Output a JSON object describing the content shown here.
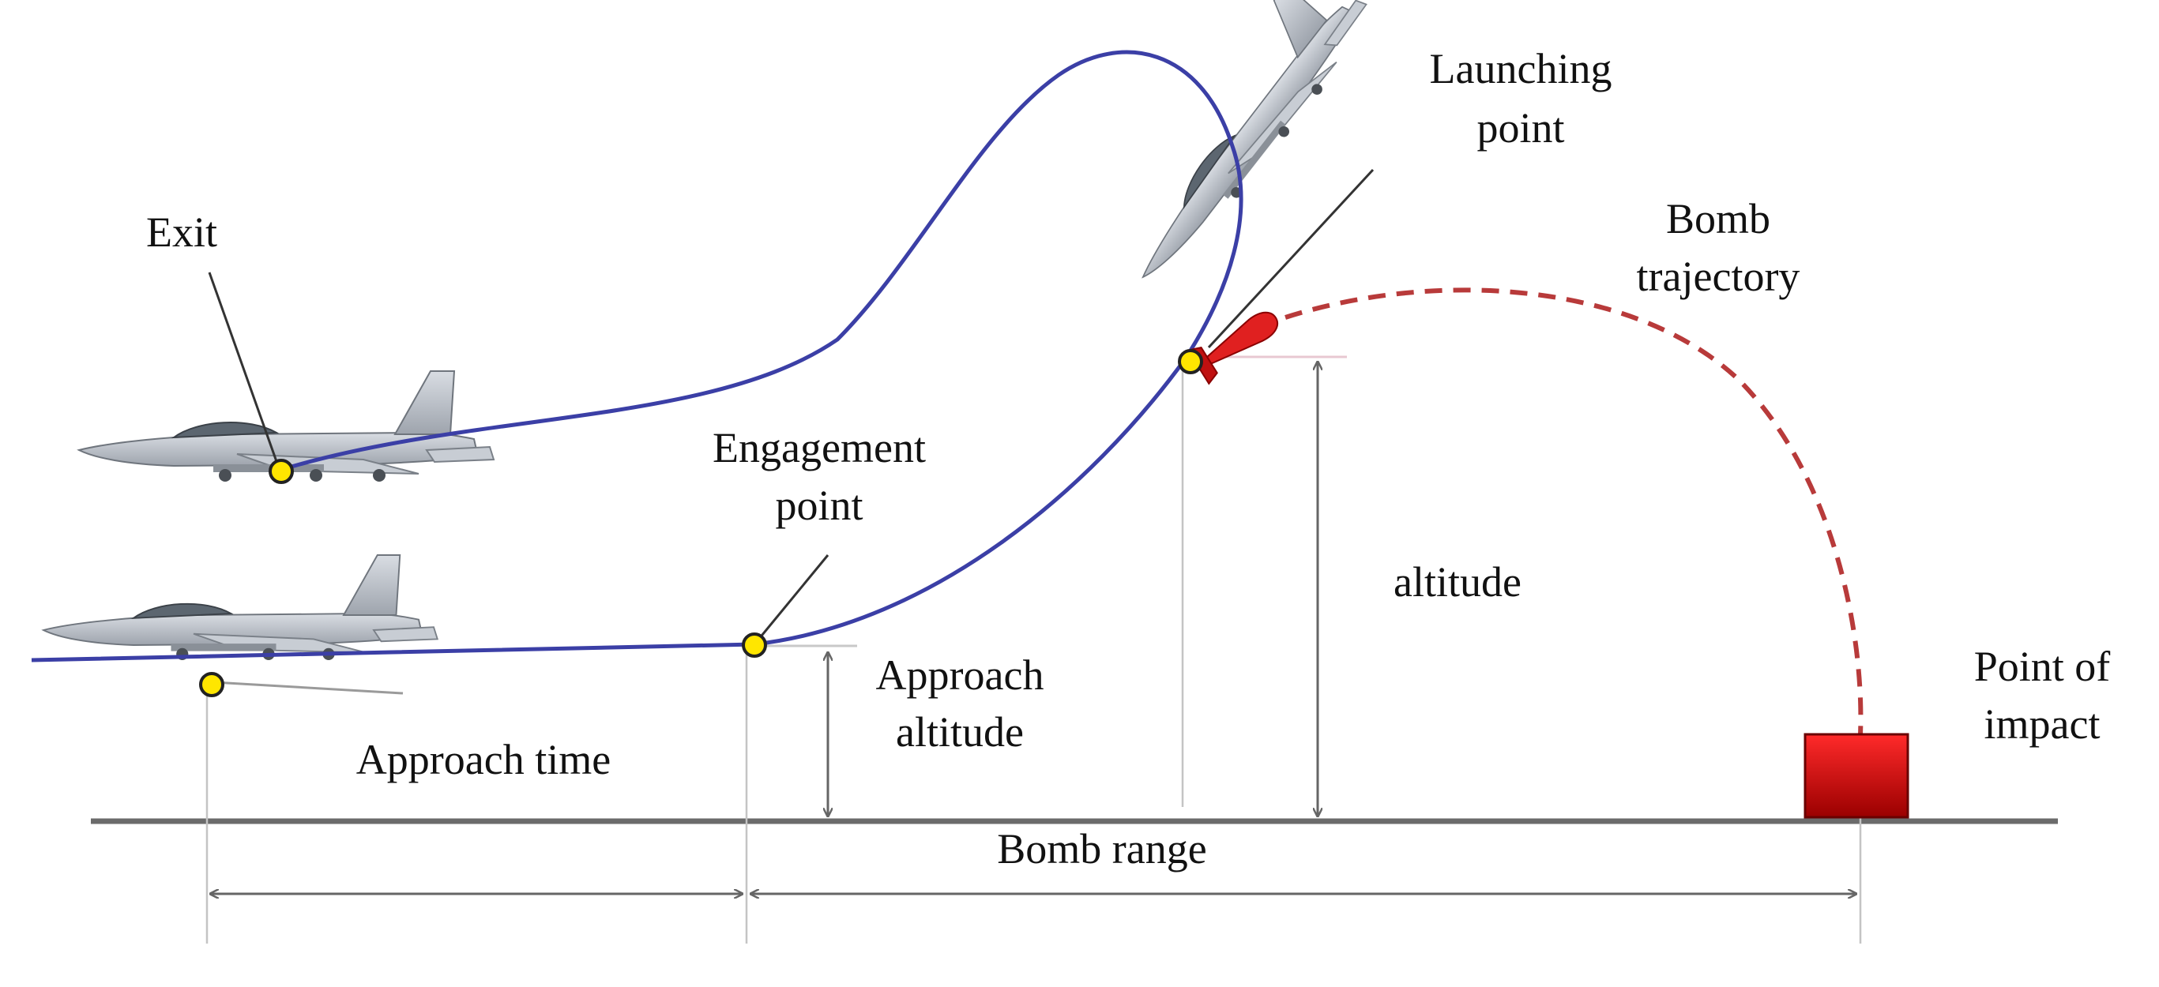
{
  "labels": {
    "exit": "Exit",
    "launching_point_line1": "Launching",
    "launching_point_line2": "point",
    "bomb_trajectory_line1": "Bomb",
    "bomb_trajectory_line2": "trajectory",
    "engagement_point_line1": "Engagement",
    "engagement_point_line2": "point",
    "altitude": "altitude",
    "approach_altitude_line1": "Approach",
    "approach_altitude_line2": "altitude",
    "approach_time": "Approach time",
    "bomb_range": "Bomb range",
    "point_of_impact_line1": "Point of",
    "point_of_impact_line2": "impact"
  },
  "colors": {
    "flight_path": "#3b3fa6",
    "bomb_trajectory": "#b83a3a",
    "target": "#d40d0d",
    "marker": "#ffe600",
    "ground": "#6b6b6b",
    "dimension": "#666666",
    "aircraft": "#b7bcc4"
  },
  "icons": {
    "aircraft": "f16-jet-icon",
    "bomb": "bomb-icon",
    "target": "target-box-icon",
    "point": "yellow-dot-marker"
  }
}
